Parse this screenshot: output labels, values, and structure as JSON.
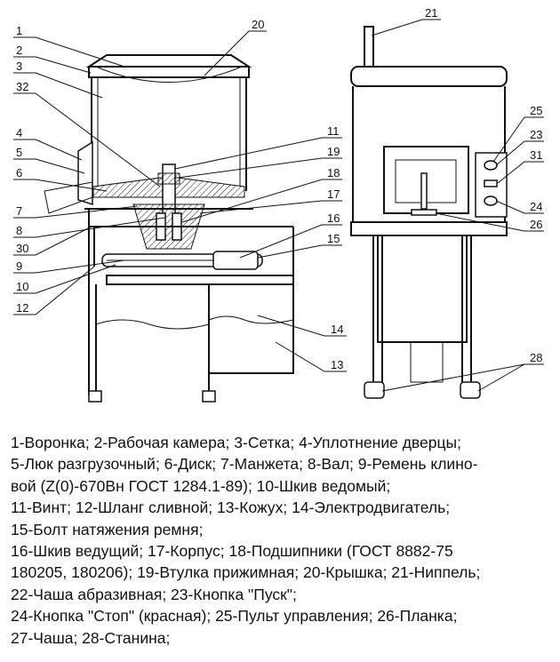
{
  "callouts": {
    "left_view": [
      "1",
      "2",
      "3",
      "32",
      "4",
      "5",
      "6",
      "7",
      "8",
      "30",
      "9",
      "10",
      "12",
      "20",
      "11",
      "19",
      "18",
      "17",
      "16",
      "15",
      "14",
      "13"
    ],
    "right_view": [
      "21",
      "25",
      "23",
      "31",
      "24",
      "26",
      "28"
    ]
  },
  "legend": [
    "1-Воронка; 2-Рабочая камера; 3-Сетка; 4-Уплотнение дверцы;",
    "5-Люк разгрузочный; 6-Диск; 7-Манжета; 8-Вал; 9-Ремень клино-",
    "вой (Z(0)-670Вн ГОСТ 1284.1-89); 10-Шкив ведомый;",
    "11-Винт; 12-Шланг сливной; 13-Кожух; 14-Электродвигатель;",
    "15-Болт натяжения ремня;",
    "16-Шкив ведущий; 17-Корпус; 18-Подшипники (ГОСТ 8882-75",
    "180205, 180206); 19-Втулка прижимная; 20-Крышка; 21-Ниппель;",
    "22-Чаша абразивная; 23-Кнопка \"Пуск\";",
    "24-Кнопка \"Стоп\" (красная); 25-Пульт управления; 26-Планка;",
    "27-Чаша; 28-Станина;"
  ]
}
